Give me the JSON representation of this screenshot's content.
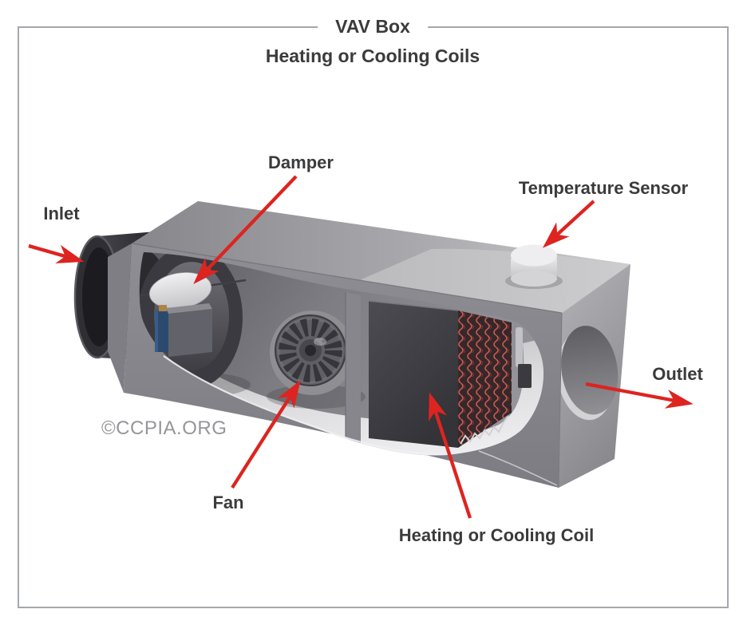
{
  "title": {
    "line1": "VAV Box",
    "line2": "Heating or Cooling Coils"
  },
  "labels": {
    "inlet": "Inlet",
    "damper": "Damper",
    "temperature_sensor": "Temperature Sensor",
    "outlet": "Outlet",
    "fan": "Fan",
    "coil": "Heating or Cooling Coil"
  },
  "watermark": "©CCPIA.ORG",
  "diagram": {
    "subject": "Cutaway illustration of a VAV box with heating or cooling coils",
    "components": [
      "Inlet",
      "Damper",
      "Fan",
      "Heating or Cooling Coil",
      "Temperature Sensor",
      "Outlet"
    ]
  },
  "colors": {
    "arrow": "#dd2420",
    "label_text": "#3b3b3d",
    "border": "#a6a8ad",
    "watermark": "#96969a",
    "background": "#ffffff"
  }
}
